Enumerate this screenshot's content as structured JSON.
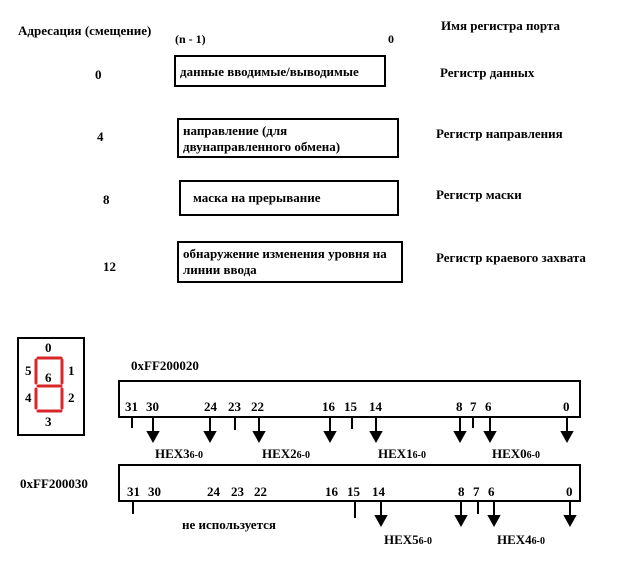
{
  "header": {
    "addressing": "Адресация (смещение)",
    "bit_high": "(n - 1)",
    "bit_low": "0",
    "port_register_name": "Имя регистра порта"
  },
  "registers": [
    {
      "offset": "0",
      "desc": "данные вводимые/выводимые",
      "name": "Регистр данных"
    },
    {
      "offset": "4",
      "desc": "направление (для двунаправленного обмена)",
      "name": "Регистр направления"
    },
    {
      "offset": "8",
      "desc": "маска на прерывание",
      "name": "Регистр маски"
    },
    {
      "offset": "12",
      "desc": "обнаружение изменения уровня на линии ввода",
      "name": "Регистр краевого захвата"
    }
  ],
  "seven_seg": {
    "labels": [
      "0",
      "1",
      "2",
      "3",
      "4",
      "5",
      "6"
    ],
    "color": "#d9262b"
  },
  "hex_reg1": {
    "address": "0xFF200020",
    "bits": [
      "31",
      "30",
      "24",
      "23",
      "22",
      "16",
      "15",
      "14",
      "8",
      "7",
      "6",
      "0"
    ],
    "groups": [
      {
        "name": "HEX3",
        "sub": "6-0"
      },
      {
        "name": "HEX2",
        "sub": "6-0"
      },
      {
        "name": "HEX1",
        "sub": "6-0"
      },
      {
        "name": "HEX0",
        "sub": "6-0"
      }
    ]
  },
  "hex_reg2": {
    "address": "0xFF200030",
    "bits": [
      "31",
      "30",
      "24",
      "23",
      "22",
      "16",
      "15",
      "14",
      "8",
      "7",
      "6",
      "0"
    ],
    "unused": "не используется",
    "groups": [
      {
        "name": "HEX5",
        "sub": "6-0"
      },
      {
        "name": "HEX4",
        "sub": "6-0"
      }
    ]
  }
}
